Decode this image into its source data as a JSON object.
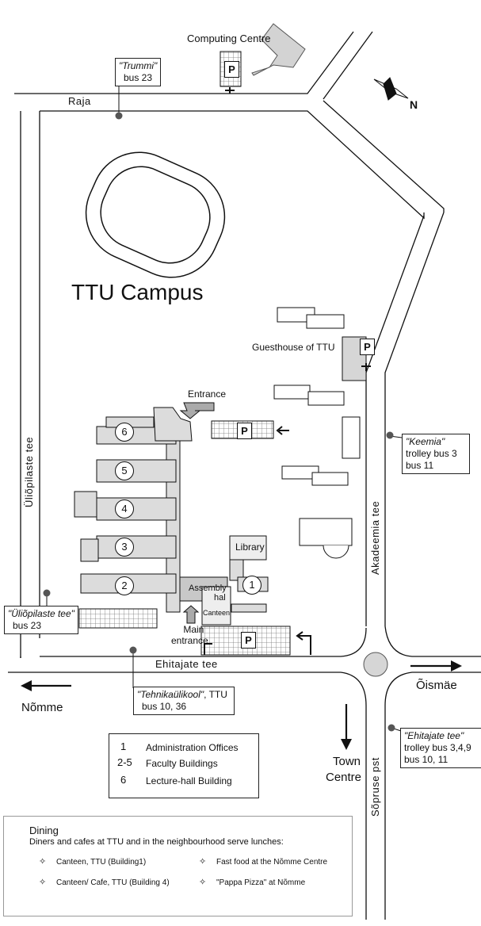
{
  "title": "TTU Campus",
  "roads": {
    "raja": "Raja",
    "ehitajate": "Ehitajate tee",
    "uliopilaste": "Üliõpilaste tee",
    "akadeemia": "Akadeemia tee",
    "soprus": "Sõpruse pst"
  },
  "places": {
    "computing_centre": "Computing Centre",
    "guesthouse": "Guesthouse of TTU",
    "entrance": "Entrance",
    "main_entrance_1": "Main",
    "main_entrance_2": "entrance",
    "library": "Library",
    "assembly_1": "Assembly",
    "assembly_2": "hal",
    "canteen": "Canteen",
    "parking": "P",
    "north": "N"
  },
  "directions": {
    "nomme": "Nõmme",
    "oismae": "Õismäe",
    "town_1": "Town",
    "town_2": "Centre"
  },
  "buildings": [
    "6",
    "5",
    "4",
    "3",
    "2",
    "1"
  ],
  "stops": {
    "trummi_name": "\"Trummi\"",
    "trummi_lines": "bus 23",
    "keemia_name": "\"Keemia\"",
    "keemia_line1": "trolley bus 3",
    "keemia_line2": "bus  11",
    "uliopilaste_name": "\"Üliõpilaste tee\"",
    "uliopilaste_lines": "bus 23",
    "tehnika_name": "\"Tehnikaülikool\"",
    "tehnika_suffix": ", TTU",
    "tehnika_lines": "bus 10, 36",
    "ehitajate_name": "\"Ehitajate tee\"",
    "ehitajate_line1": "trolley bus 3,4,9",
    "ehitajate_line2": "bus 10, 11"
  },
  "legend": [
    {
      "num": "1",
      "text": "Administration Offices"
    },
    {
      "num": "2-5",
      "text": "Faculty Buildings"
    },
    {
      "num": "6",
      "text": "Lecture-hall Building"
    }
  ],
  "dining": {
    "title": "Dining",
    "subtitle": "Diners and cafes at TTU and in the neighbourhood serve lunches:",
    "items": [
      "Canteen, TTU (Building1)",
      "Fast food at the Nõmme Centre",
      "Canteen/ Cafe, TTU (Building 4)",
      "\"Pappa Pizza\" at Nõmme"
    ],
    "bullet": "✧"
  }
}
